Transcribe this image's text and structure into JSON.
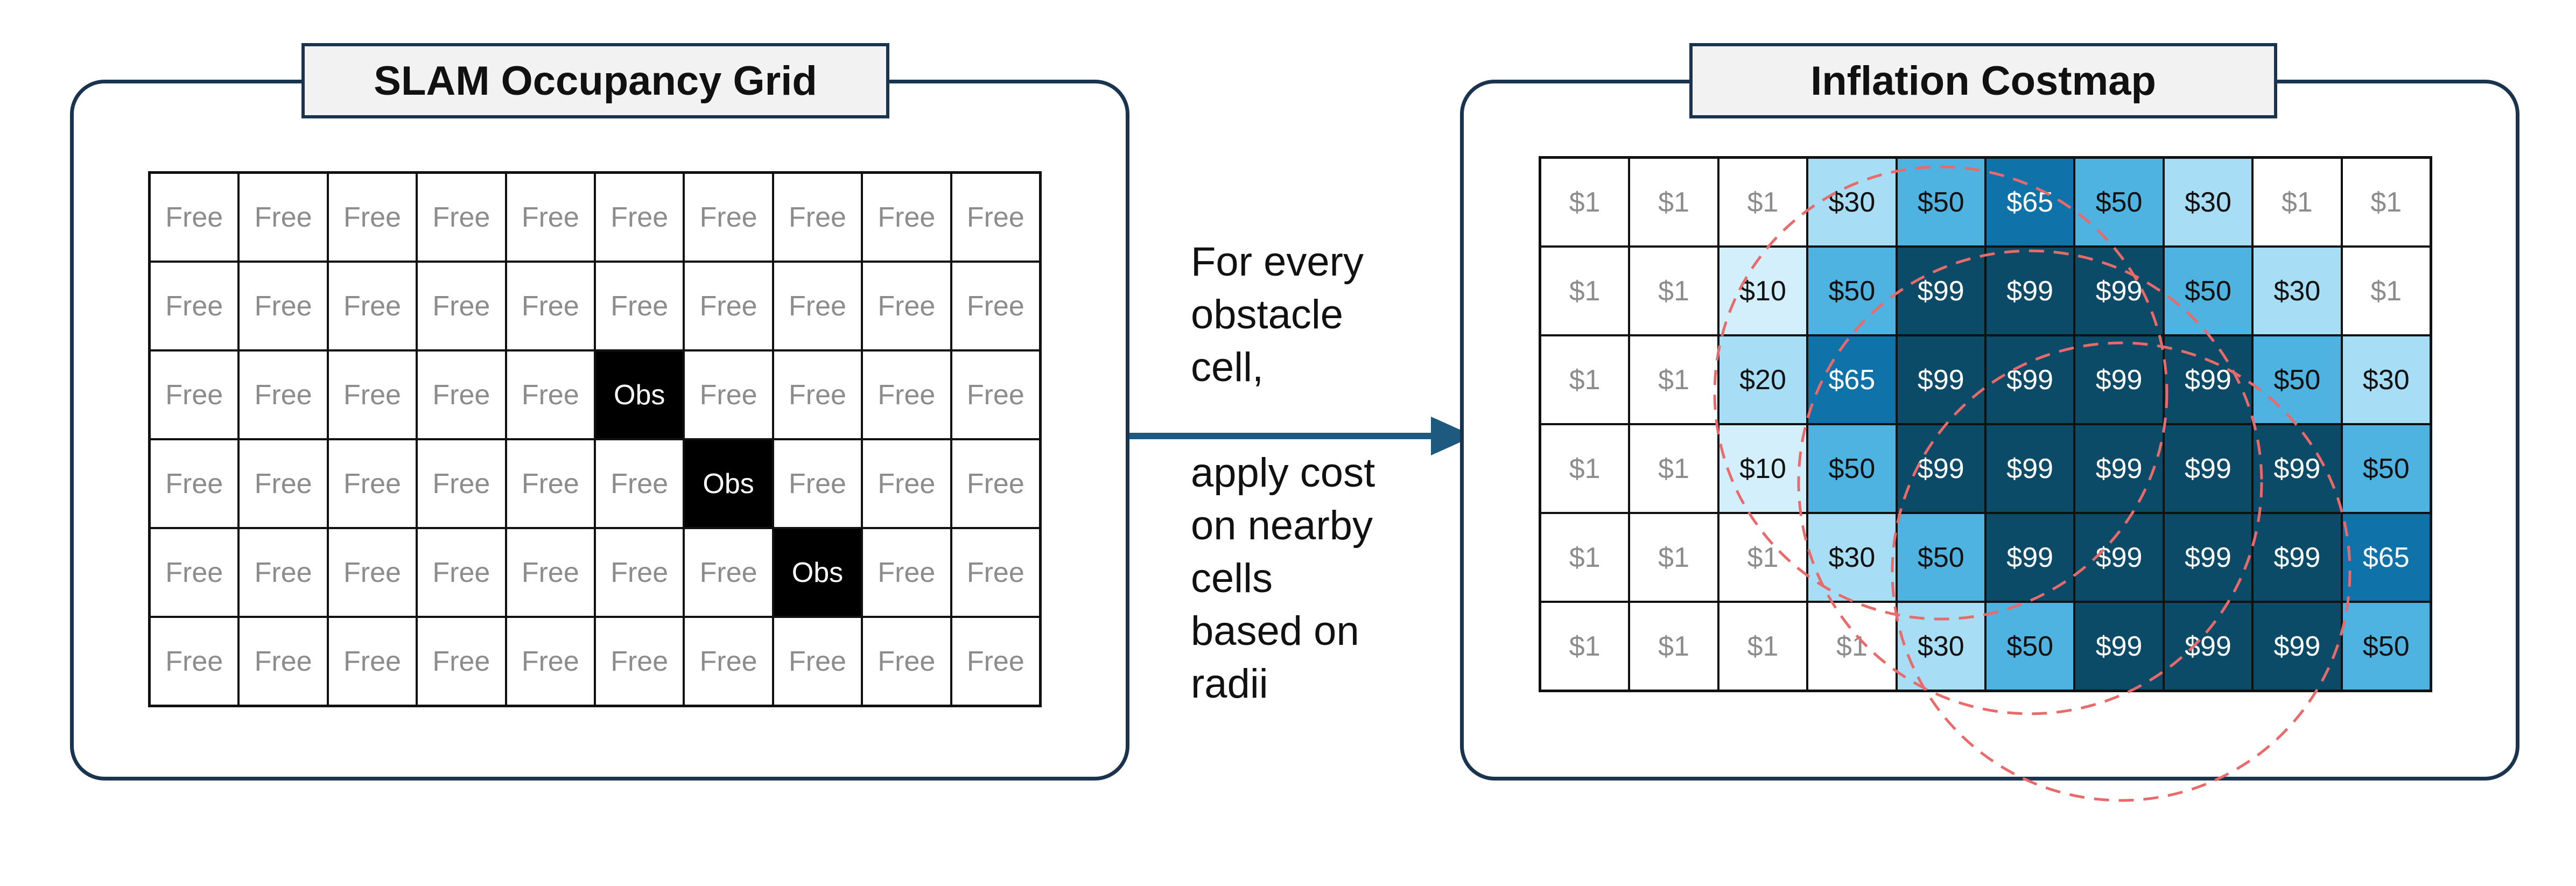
{
  "left_panel": {
    "title": "SLAM Occupancy Grid",
    "grid": [
      [
        "Free",
        "Free",
        "Free",
        "Free",
        "Free",
        "Free",
        "Free",
        "Free",
        "Free",
        "Free"
      ],
      [
        "Free",
        "Free",
        "Free",
        "Free",
        "Free",
        "Free",
        "Free",
        "Free",
        "Free",
        "Free"
      ],
      [
        "Free",
        "Free",
        "Free",
        "Free",
        "Free",
        "Obs",
        "Free",
        "Free",
        "Free",
        "Free"
      ],
      [
        "Free",
        "Free",
        "Free",
        "Free",
        "Free",
        "Free",
        "Obs",
        "Free",
        "Free",
        "Free"
      ],
      [
        "Free",
        "Free",
        "Free",
        "Free",
        "Free",
        "Free",
        "Free",
        "Obs",
        "Free",
        "Free"
      ],
      [
        "Free",
        "Free",
        "Free",
        "Free",
        "Free",
        "Free",
        "Free",
        "Free",
        "Free",
        "Free"
      ]
    ]
  },
  "middle_text": {
    "line1": "For every",
    "line2": "obstacle",
    "line3": "cell,",
    "line4": "apply cost",
    "line5": "on nearby",
    "line6": "cells",
    "line7": "based on",
    "line8": "radii"
  },
  "right_panel": {
    "title": "Inflation Costmap",
    "grid": [
      [
        "$1",
        "$1",
        "$1",
        "$30",
        "$50",
        "$65",
        "$50",
        "$30",
        "$1",
        "$1"
      ],
      [
        "$1",
        "$1",
        "$10",
        "$50",
        "$99",
        "$99",
        "$99",
        "$50",
        "$30",
        "$1"
      ],
      [
        "$1",
        "$1",
        "$20",
        "$65",
        "$99",
        "$99",
        "$99",
        "$99",
        "$50",
        "$30"
      ],
      [
        "$1",
        "$1",
        "$10",
        "$50",
        "$99",
        "$99",
        "$99",
        "$99",
        "$99",
        "$50"
      ],
      [
        "$1",
        "$1",
        "$1",
        "$30",
        "$50",
        "$99",
        "$99",
        "$99",
        "$99",
        "$65"
      ],
      [
        "$1",
        "$1",
        "$1",
        "$1",
        "$30",
        "$50",
        "$99",
        "$99",
        "$99",
        "$50"
      ]
    ]
  },
  "colors": {
    "border": "#1a3450",
    "arrow": "#1e5a80",
    "radius_circle": "#e86a6a",
    "obstacle": "#000000",
    "cost_99": "#0c4b68",
    "cost_65": "#0f72a8",
    "cost_50": "#4eb3e0",
    "cost_30": "#a7ddf5",
    "cost_10": "#d3effb"
  }
}
